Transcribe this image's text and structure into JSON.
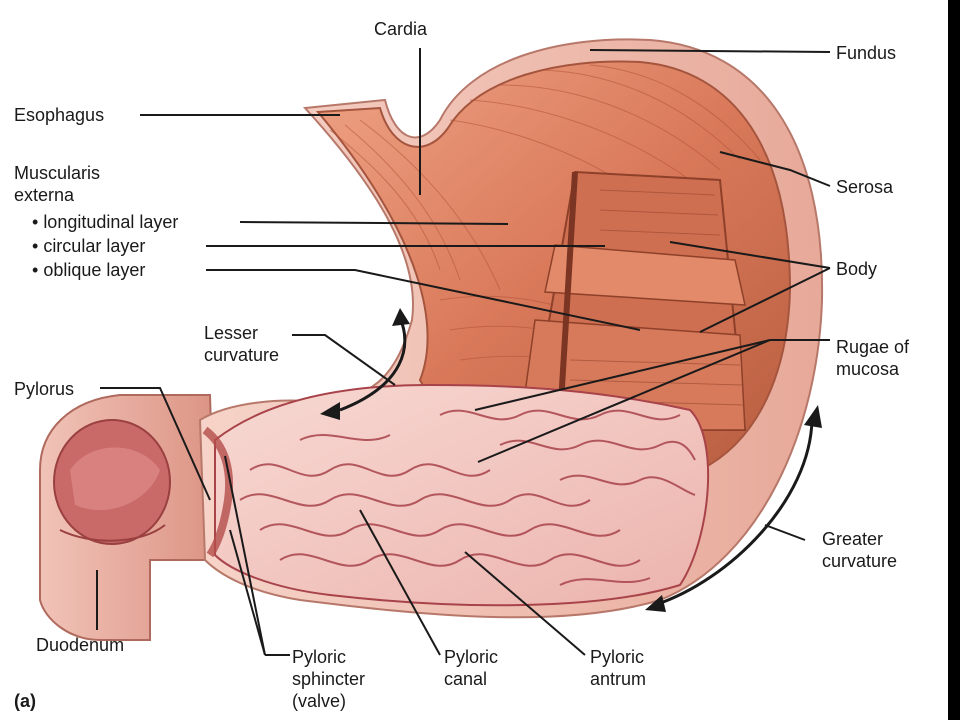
{
  "labels": {
    "cardia": "Cardia",
    "fundus": "Fundus",
    "esophagus": "Esophagus",
    "muscularis_line1": "Muscularis",
    "muscularis_line2": "externa",
    "longitudinal": "longitudinal layer",
    "circular": "circular layer",
    "oblique": "oblique layer",
    "serosa": "Serosa",
    "body": "Body",
    "lesser_line1": "Lesser",
    "lesser_line2": "curvature",
    "rugae_line1": "Rugae of",
    "rugae_line2": "mucosa",
    "pylorus": "Pylorus",
    "greater_line1": "Greater",
    "greater_line2": "curvature",
    "duodenum": "Duodenum",
    "sphincter_line1": "Pyloric",
    "sphincter_line2": "sphincter",
    "sphincter_line3": "(valve)",
    "canal_line1": "Pyloric",
    "canal_line2": "canal",
    "antrum_line1": "Pyloric",
    "antrum_line2": "antrum",
    "panel": "(a)"
  },
  "colors": {
    "outer_wall": "#f0c3b6",
    "muscle": "#d97a59",
    "muscle_dark": "#b85a3e",
    "mucosa": "#f4c9c4",
    "rugae_line": "#a8434a",
    "leader": "#1a1a1a"
  }
}
